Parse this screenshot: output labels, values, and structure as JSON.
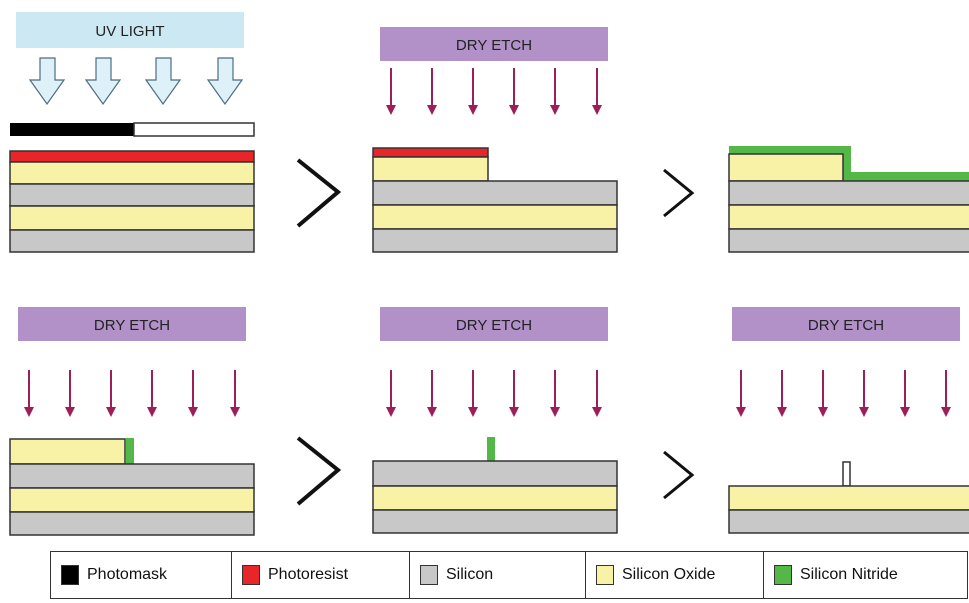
{
  "banners": {
    "uv": "UV LIGHT",
    "etch1": "DRY ETCH",
    "etch2": "DRY ETCH",
    "etch3": "DRY ETCH",
    "etch4": "DRY ETCH"
  },
  "legend": [
    {
      "label": "Photomask",
      "color": "#000000"
    },
    {
      "label": "Photoresist",
      "color": "#e8262a"
    },
    {
      "label": "Silicon",
      "color": "#c8c8c8"
    },
    {
      "label": "Silicon Oxide",
      "color": "#f7f2a6"
    },
    {
      "label": "Silicon Nitride",
      "color": "#54b848"
    }
  ],
  "colors": {
    "uv_banner": "#cce9f3",
    "uv_arrow": "#dff1f8",
    "etch_banner": "#b191c8",
    "etch_arrow": "#9c1f5a",
    "outline": "#333333"
  }
}
